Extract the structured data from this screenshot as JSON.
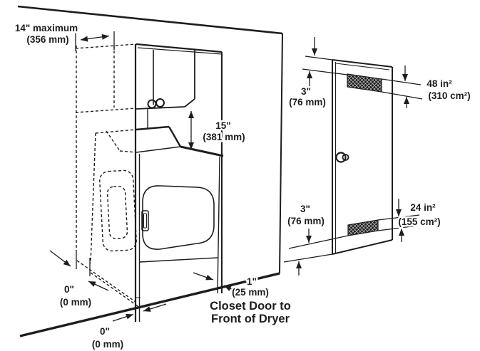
{
  "alcove": {
    "max_offset": {
      "imperial": "14\" maximum",
      "metric": "(356 mm)"
    },
    "cabinet_clearance": {
      "imperial": "15\"",
      "metric": "(381 mm)"
    },
    "rear_clearance": {
      "imperial": "0\"",
      "metric": "(0 mm)"
    },
    "side_clearance": {
      "imperial": "0\"",
      "metric": "(0 mm)"
    },
    "door_clearance": {
      "imperial": "1\"",
      "metric": "(25 mm)"
    },
    "caption_line1": "Closet Door to",
    "caption_line2": "Front of Dryer"
  },
  "closet_door": {
    "top_vent_offset": {
      "imperial": "3\"",
      "metric": "(76 mm)"
    },
    "bottom_vent_offset": {
      "imperial": "3\"",
      "metric": "(76 mm)"
    },
    "top_vent_area": {
      "imperial": "48 in²",
      "metric": "(310 cm²)"
    },
    "bottom_vent_area": {
      "imperial": "24 in²",
      "metric": "(155 cm²)"
    }
  },
  "colors": {
    "line": "#1d1d1b",
    "background": "#ffffff"
  }
}
